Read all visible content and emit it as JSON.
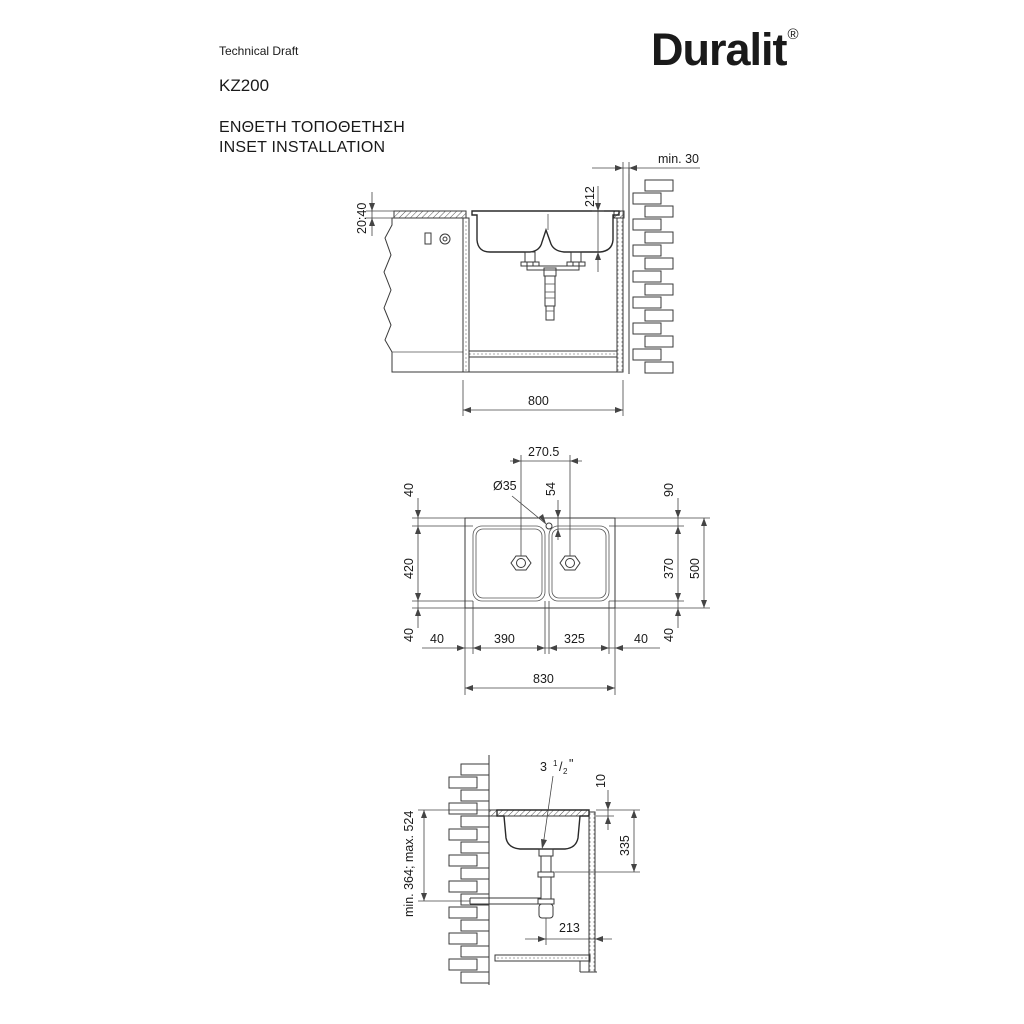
{
  "header": {
    "doc_type": "Technical Draft",
    "model": "KZ200",
    "title_greek": "ΕΝΘΕΤΗ ΤΟΠΟΘΕΤΗΣΗ",
    "title_english": "INSET INSTALLATION"
  },
  "brand": {
    "name": "Duralit",
    "mark": "®"
  },
  "side_view": {
    "wall_gap": "min. 30",
    "height": "212",
    "countertop_thickness": "20:40",
    "cabinet_width": "800"
  },
  "top_view": {
    "drain_spacing": "270.5",
    "tap_hole": "Ø35",
    "tap_offset": "54",
    "back_margin_left": "40",
    "back_margin_right": "90",
    "bowl_depth_left": "420",
    "bowl_depth_right": "370",
    "overall_depth": "500",
    "front_margin_left": "40",
    "front_margin_right": "40",
    "side_margin_left": "40",
    "bowl_width_left": "390",
    "bowl_width_right": "325",
    "side_margin_right": "40",
    "overall_width": "830"
  },
  "section_view": {
    "drain_size_whole": "3",
    "drain_size_num": "1",
    "drain_size_den": "2",
    "drain_size_mark": "\"",
    "rim": "10",
    "depth": "335",
    "height_range": "min. 364; max. 524",
    "siphon_offset": "213"
  }
}
